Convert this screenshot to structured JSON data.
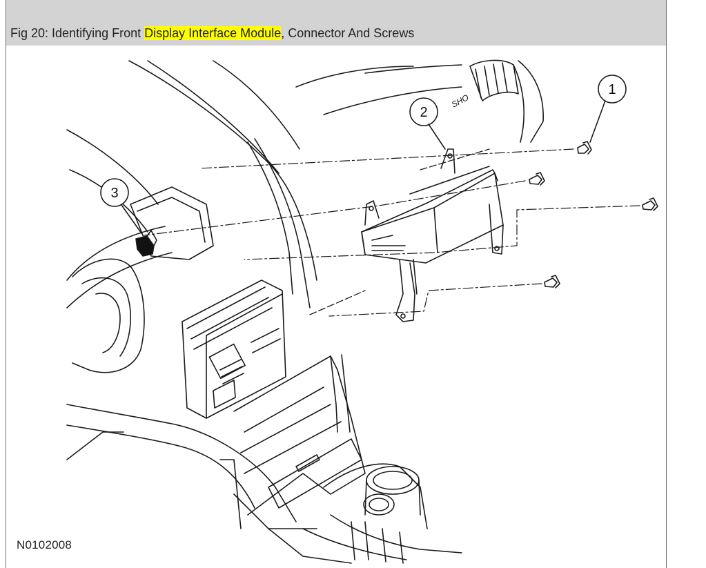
{
  "caption": {
    "prefix": "Fig 20: Identifying Front ",
    "highlight": "Display Interface Module",
    "suffix": ", Connector And Screws",
    "highlight_color": "#ffff00",
    "bar_color": "#d3d3d3"
  },
  "callouts": [
    "1",
    "2",
    "3"
  ],
  "figure_id": "N0102008",
  "stamped_text": "SHO"
}
